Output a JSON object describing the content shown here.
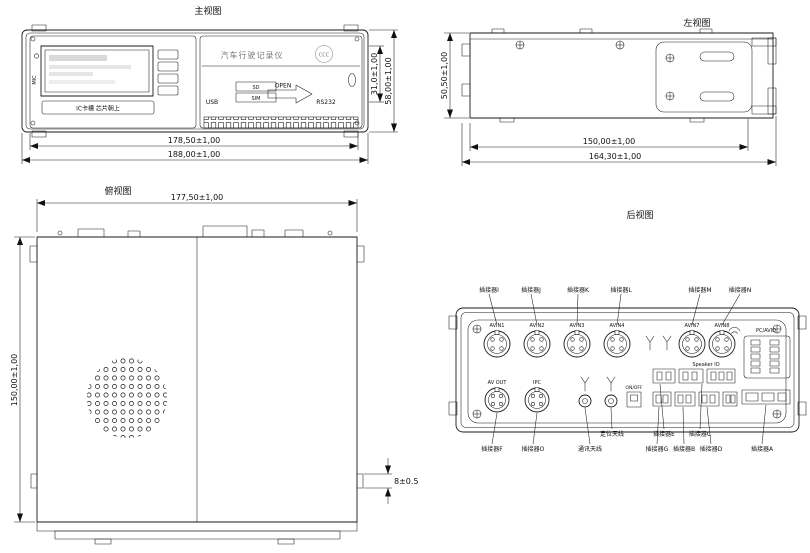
{
  "drawing": {
    "front": {
      "title": "主视图",
      "brand": "汽车行驶记录仪",
      "cert": "CCC",
      "mic": "MIC",
      "card_slot": "IC卡槽 芯片朝上",
      "usb": "USB",
      "sd": "SD",
      "sim": "SIM",
      "open": "OPEN",
      "rs232": "RS232",
      "dim_inner_width": "178,50±1,00",
      "dim_outer_width": "188,00±1,00",
      "dim_panel_height": "31,0±1,00",
      "dim_total_height": "58,00±1,00"
    },
    "left": {
      "title": "左视图",
      "dim_height": "50,50±1,00",
      "dim_body_depth": "150,00±1,00",
      "dim_total_depth": "164,30±1,00"
    },
    "top": {
      "title": "俯视图",
      "dim_width": "177,50±1,00",
      "dim_depth": "150,00±1,00",
      "dim_lip": "8±0.5"
    },
    "rear": {
      "title": "后视图",
      "connector_labels_top": [
        "插接器I",
        "插接器J",
        "插接器K",
        "插接器L",
        "插接器M",
        "插接器N"
      ],
      "avin_labels": [
        "AVIN1",
        "AVIN2",
        "AVIN3",
        "AVIN4",
        "AVIN7",
        "AVIN8"
      ],
      "pc_avio": "PC/AVIO",
      "speaker_io": "Speaker IO",
      "av_out": "AV OUT",
      "ipc": "IPC",
      "on_off": "ON/OFF",
      "gps_antenna": "定位天线",
      "comm_antenna": "通讯天线",
      "labels_mid_row": [
        "插接器E",
        "插接器C"
      ],
      "labels_bottom_row": [
        "插接器F",
        "插接器O",
        "插接器G",
        "插接器B",
        "插接器D",
        "插接器A"
      ]
    }
  }
}
